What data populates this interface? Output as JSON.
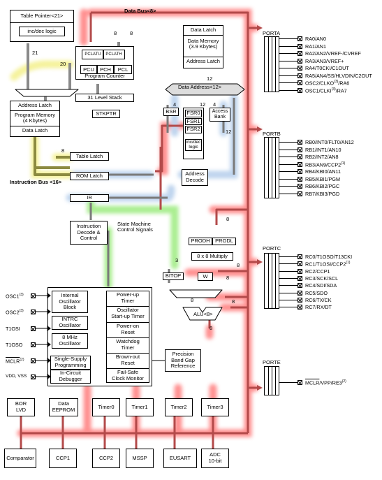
{
  "buses": {
    "data_bus": "Data Bus<8>",
    "instruction_bus": "Instruction Bus <16>",
    "data_address": "Data Address<12>"
  },
  "widths": {
    "w21": "21",
    "w20": "20",
    "w8a": "8",
    "w8b": "8",
    "w12a": "12",
    "w12b": "12",
    "w4a": "4",
    "w4b": "4",
    "w12c": "12",
    "w8c": "8",
    "w8d": "8",
    "w3": "3",
    "w8e": "8",
    "w8f": "8",
    "w8g": "8",
    "w8h": "8",
    "w8i": "8"
  },
  "blocks": {
    "table_pointer": "Table Pointer<21>",
    "inc_dec": "inc/dec logic",
    "pclatu": "PCLATU",
    "pclath": "PCLATH",
    "pcu": "PCU",
    "pch": "PCH",
    "pcl": "PCL",
    "program_counter": "Program Counter",
    "level_stack": "31 Level Stack",
    "stkptr": "STKPTR",
    "address_latch_pm": "Address Latch",
    "program_memory": "Program Memory\n(4 Kbytes)",
    "data_latch_pm": "Data Latch",
    "data_latch_dm": "Data Latch",
    "data_memory": "Data Memory\n(3.9 Kbytes)",
    "address_latch_dm": "Address Latch",
    "bsr": "BSR",
    "fsr0": "FSR0",
    "fsr1": "FSR1",
    "fsr2": "FSR2",
    "inc_dec_logic2": "inc/dec\nlogic",
    "access_bank": "Access\nBank",
    "address_decode": "Address\nDecode",
    "table_latch": "Table Latch",
    "rom_latch": "ROM Latch",
    "ir": "IR",
    "instruction_decode": "Instruction\nDecode &\nControl",
    "state_machine": "State Machine\nControl Signals",
    "prodh": "PRODH",
    "prodl": "PRODL",
    "multiply": "8 x 8 Multiply",
    "bitop": "BITOP",
    "w_reg": "W",
    "alu": "ALU<8>",
    "internal_osc": "Internal\nOscillator\nBlock",
    "intrc": "INTRC\nOscillator",
    "osc8": "8 MHz\nOscillator",
    "single_supply": "Single-Supply\nProgramming",
    "icd": "In-Circuit\nDebugger",
    "powerup": "Power-up\nTimer",
    "ost": "Oscillator\nStart-up Timer",
    "por": "Power-on\nReset",
    "wdt": "Watchdog\nTimer",
    "bor": "Brown-out\nReset",
    "fscm": "Fail-Safe\nClock Monitor",
    "precision_ref": "Precision\nBand Gap\nReference"
  },
  "clock_pins": [
    {
      "pre": "OSC1",
      "sup": "(3)",
      "post": ""
    },
    {
      "pre": "OSC2",
      "sup": "(3)",
      "post": ""
    },
    {
      "pre": "T1OSI",
      "sup": "",
      "post": ""
    },
    {
      "pre": "T1OSO",
      "sup": "",
      "post": ""
    },
    {
      "pre": "MCLR",
      "sup": "(2)",
      "post": "",
      "overline": true
    },
    {
      "pre": "VDD, VSS",
      "sup": "",
      "post": ""
    }
  ],
  "ports": {
    "porta": {
      "name": "PORTA",
      "pins": [
        {
          "t": "RA0/AN0",
          "s": ""
        },
        {
          "t": "RA1/AN1",
          "s": ""
        },
        {
          "t": "RA2/AN2/VREF-/CVREF",
          "s": ""
        },
        {
          "t": "RA3/AN3/VREF+",
          "s": ""
        },
        {
          "t": "RA4/T0CKI/C1OUT",
          "s": ""
        },
        {
          "t": "RA5/AN4/SS/HLVDIN/C2OUT",
          "s": ""
        },
        {
          "t": "OSC2/CLKO",
          "s": "(3)",
          "u": "/RA6"
        },
        {
          "t": "OSC1/CLKI",
          "s": "(3)",
          "u": "/RA7"
        }
      ]
    },
    "portb": {
      "name": "PORTB",
      "pins": [
        {
          "t": "RB0/INT0/FLT0/AN12",
          "s": ""
        },
        {
          "t": "RB1/INT1/AN10",
          "s": ""
        },
        {
          "t": "RB2/INT2/AN8",
          "s": ""
        },
        {
          "t": "RB3/AN9/CCP2",
          "s": "(1)"
        },
        {
          "t": "RB4/KBI0/AN11",
          "s": ""
        },
        {
          "t": "RB5/KBI1/PGM",
          "s": ""
        },
        {
          "t": "RB6/KBI2/PGC",
          "s": ""
        },
        {
          "t": "RB7/KBI3/PGD",
          "s": ""
        }
      ]
    },
    "portc": {
      "name": "PORTC",
      "pins": [
        {
          "t": "RC0/T1OSO/T13CKI",
          "s": ""
        },
        {
          "t": "RC1/T1OSI/CCP2",
          "s": "(1)"
        },
        {
          "t": "RC2/CCP1",
          "s": ""
        },
        {
          "t": "RC3/SCK/SCL",
          "s": ""
        },
        {
          "t": "RC4/SDI/SDA",
          "s": ""
        },
        {
          "t": "RC5/SDO",
          "s": ""
        },
        {
          "t": "RC6/TX/CK",
          "s": ""
        },
        {
          "t": "RC7/RX/DT",
          "s": ""
        }
      ]
    },
    "porte": {
      "name": "PORTE",
      "pins": [
        {
          "t": "MCLR/VPP/RE3",
          "s": "(2)"
        }
      ]
    }
  },
  "peripherals_top": [
    "BOR\nLVD",
    "Data\nEEPROM",
    "Timer0",
    "Timer1",
    "Timer2",
    "Timer3"
  ],
  "peripherals_bottom": [
    "Comparator",
    "CCP1",
    "CCP2",
    "MSSP",
    "EUSART",
    "ADC\n10-bit"
  ],
  "colors": {
    "data_bus_glow": "#ff6b6b",
    "bus_core": "#b34a4a",
    "blue_glow": "#a9c6e8",
    "yellow_glow": "#f2ee7a",
    "green_glow": "#8ee86c",
    "olive": "#8c8a40",
    "gray": "#8a8a8a"
  }
}
